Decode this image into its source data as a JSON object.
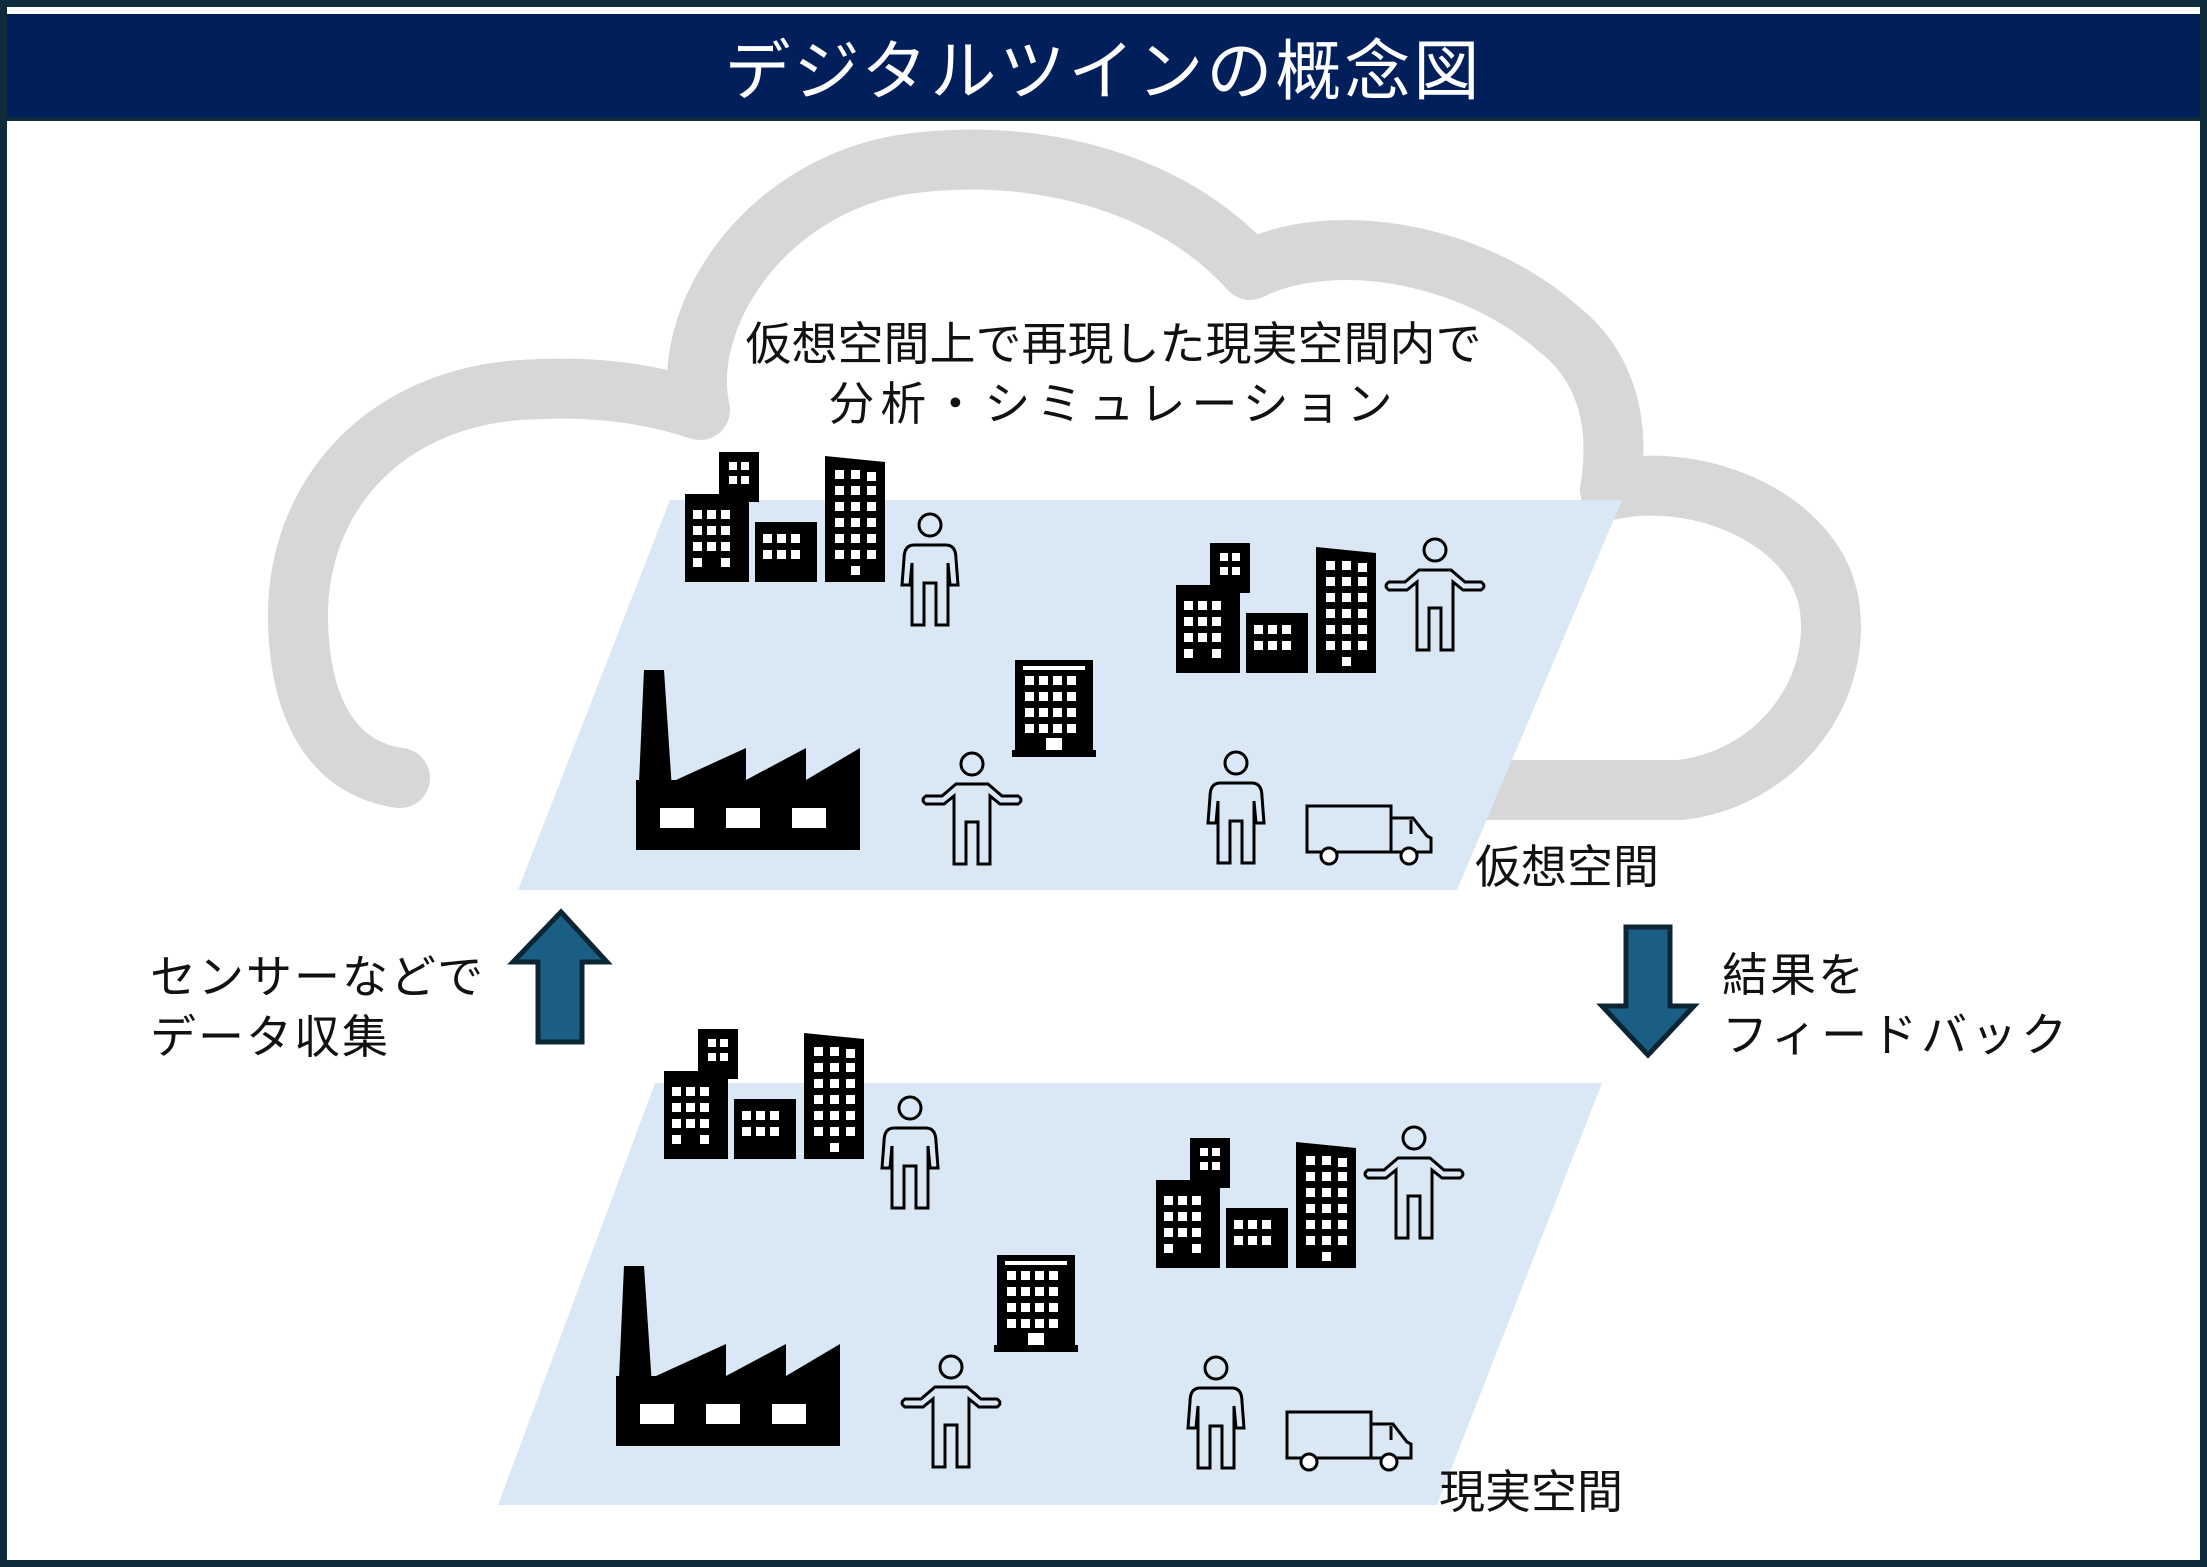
{
  "title": "デジタルツインの概念図",
  "cloud_caption_line1": "仮想空間上で再現した現実空間内で",
  "cloud_caption_line2": "分析・シミュレーション",
  "virtual_space_label": "仮想空間",
  "real_space_label": "現実空間",
  "sensor_label_line1": "センサーなどで",
  "sensor_label_line2": "データ収集",
  "feedback_label_line1": "結果を",
  "feedback_label_line2": "フィードバック",
  "colors": {
    "title_bar": "#001f5b",
    "plane_fill": "#dae8f5",
    "cloud_stroke": "#d7d7d7",
    "arrow_fill": "#1b5e84",
    "arrow_stroke": "#0c2535",
    "icon": "#000000"
  }
}
